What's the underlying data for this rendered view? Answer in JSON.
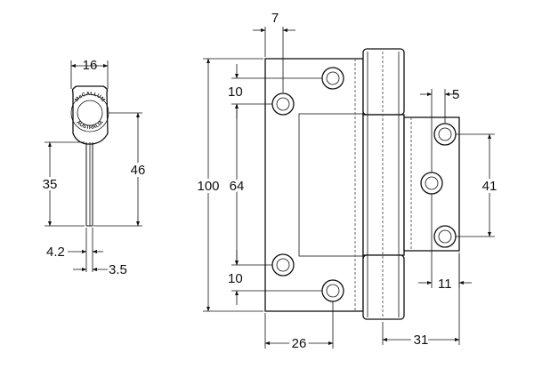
{
  "dimensions": {
    "side_width": "16",
    "side_height_total": "46",
    "side_height_leaf": "35",
    "side_thickness_a": "4.2",
    "side_thickness_b": "3.5",
    "front_top_offset": "7",
    "front_height": "100",
    "front_hole_span": "64",
    "front_hole_top": "10",
    "front_hole_bottom": "10",
    "front_hole_horiz": "26",
    "right_hole_offset": "5",
    "right_hole_span": "41",
    "right_edge_offset": "11",
    "right_width": "31"
  },
  "logo": {
    "line1": "McCALLUM",
    "line2": "AUSTRALIA"
  },
  "icons": {
    "countersunk_hole": "screw-hole-icon",
    "logo_badge": "brand-seal-icon"
  },
  "colors": {
    "line": "#111111",
    "background": "#ffffff"
  }
}
